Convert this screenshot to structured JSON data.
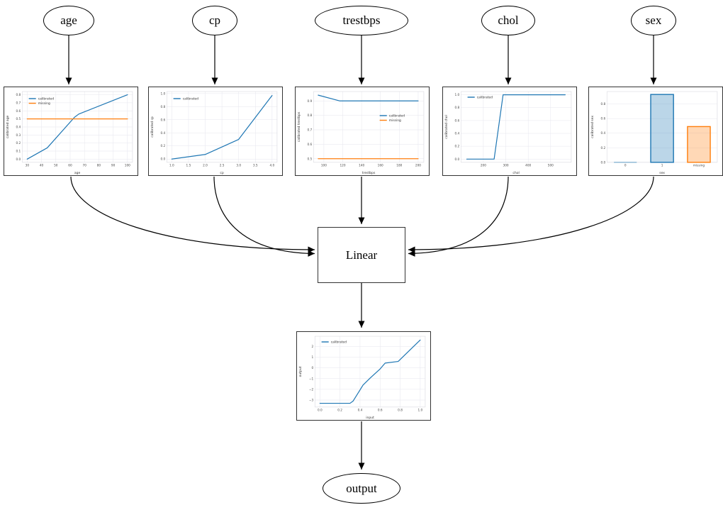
{
  "diagram": {
    "input_nodes": [
      "age",
      "cp",
      "trestbps",
      "chol",
      "sex"
    ],
    "linear_label": "Linear",
    "output_node": "output"
  },
  "colors": {
    "calibrated_line": "#1f77b4",
    "missing_line": "#ff7f0e",
    "edge_arrow": "#000000",
    "node_border": "#333333",
    "grid": "#e6e6ee",
    "tick_text": "#4a4a4a"
  },
  "chart_data": [
    {
      "name": "calibrated age",
      "type": "line",
      "xlabel": "age",
      "ylabel": "calibrated age",
      "xlim": [
        26.5,
        103.5
      ],
      "ylim": [
        -0.04,
        0.84
      ],
      "xticks": {
        "values": [
          30,
          40,
          50,
          60,
          70,
          80,
          90,
          100
        ],
        "labels": [
          "30",
          "40",
          "50",
          "60",
          "70",
          "80",
          "90",
          "100"
        ]
      },
      "yticks": {
        "values": [
          0.0,
          0.1,
          0.2,
          0.3,
          0.4,
          0.5,
          0.6,
          0.7,
          0.8
        ],
        "labels": [
          "0.0",
          "0.1",
          "0.2",
          "0.3",
          "0.4",
          "0.5",
          "0.6",
          "0.7",
          "0.8"
        ]
      },
      "series": [
        {
          "name": "calibrated",
          "color": "#1f77b4",
          "x": [
            30,
            44,
            63,
            66,
            100
          ],
          "y": [
            0.0,
            0.14,
            0.52,
            0.56,
            0.8
          ]
        },
        {
          "name": "missing",
          "color": "#ff7f0e",
          "x": [
            30,
            100
          ],
          "y": [
            0.5,
            0.5
          ]
        }
      ],
      "legend": {
        "show": true,
        "position": "upper left",
        "anchor": [
          0.06,
          0.1
        ]
      }
    },
    {
      "name": "calibrated cp",
      "type": "line",
      "xlabel": "cp",
      "ylabel": "calibrated cp",
      "xlim": [
        0.85,
        4.15
      ],
      "ylim": [
        -0.05,
        1.03
      ],
      "xticks": {
        "values": [
          1.0,
          1.5,
          2.0,
          2.5,
          3.0,
          3.5,
          4.0
        ],
        "labels": [
          "1.0",
          "1.5",
          "2.0",
          "2.5",
          "3.0",
          "3.5",
          "4.0"
        ]
      },
      "yticks": {
        "values": [
          0.0,
          0.2,
          0.4,
          0.6,
          0.8,
          1.0
        ],
        "labels": [
          "0.0",
          "0.2",
          "0.4",
          "0.6",
          "0.8",
          "1.0"
        ]
      },
      "series": [
        {
          "name": "calibrated",
          "color": "#1f77b4",
          "x": [
            1.0,
            2.0,
            3.0,
            4.0
          ],
          "y": [
            0.0,
            0.07,
            0.3,
            0.97
          ]
        }
      ],
      "legend": {
        "show": true,
        "position": "upper left",
        "anchor": [
          0.06,
          0.1
        ]
      }
    },
    {
      "name": "calibrated trestbps",
      "type": "line",
      "xlabel": "trestbps",
      "ylabel": "calibrated trestbps",
      "xlim": [
        89,
        206
      ],
      "ylim": [
        0.475,
        0.965
      ],
      "xticks": {
        "values": [
          100,
          120,
          140,
          160,
          180,
          200
        ],
        "labels": [
          "100",
          "120",
          "140",
          "160",
          "180",
          "200"
        ]
      },
      "yticks": {
        "values": [
          0.5,
          0.6,
          0.7,
          0.8,
          0.9
        ],
        "labels": [
          "0.5",
          "0.6",
          "0.7",
          "0.8",
          "0.9"
        ]
      },
      "series": [
        {
          "name": "calibrated",
          "color": "#1f77b4",
          "x": [
            94,
            117,
            200
          ],
          "y": [
            0.94,
            0.9,
            0.9
          ]
        },
        {
          "name": "missing",
          "color": "#ff7f0e",
          "x": [
            94,
            200
          ],
          "y": [
            0.5,
            0.5
          ]
        }
      ],
      "legend": {
        "show": true,
        "position": "center right",
        "anchor": [
          0.6,
          0.34
        ]
      }
    },
    {
      "name": "calibrated chol",
      "type": "line",
      "xlabel": "chol",
      "ylabel": "calibrated chol",
      "xlim": [
        100,
        592
      ],
      "ylim": [
        -0.05,
        1.05
      ],
      "xticks": {
        "values": [
          200,
          300,
          400,
          500
        ],
        "labels": [
          "200",
          "300",
          "400",
          "500"
        ]
      },
      "yticks": {
        "values": [
          0.0,
          0.2,
          0.4,
          0.6,
          0.8,
          1.0
        ],
        "labels": [
          "0.0",
          "0.2",
          "0.4",
          "0.6",
          "0.8",
          "1.0"
        ]
      },
      "series": [
        {
          "name": "calibrated",
          "color": "#1f77b4",
          "x": [
            126,
            248,
            288,
            565
          ],
          "y": [
            0.0,
            0.0,
            1.0,
            1.0
          ]
        }
      ],
      "legend": {
        "show": true,
        "position": "upper left",
        "anchor": [
          0.06,
          0.08
        ]
      }
    },
    {
      "name": "calibrated sex",
      "type": "bar",
      "xlabel": "sex",
      "ylabel": "calibrated sex",
      "ylim": [
        0,
        0.97
      ],
      "categories": [
        "0",
        "1",
        "missing"
      ],
      "values": [
        0.0,
        0.93,
        0.49
      ],
      "bar_colors": [
        "#1f77b4",
        "#1f77b4",
        "#ff7f0e"
      ],
      "yticks": {
        "values": [
          0.0,
          0.2,
          0.4,
          0.6,
          0.8
        ],
        "labels": [
          "0.0",
          "0.2",
          "0.4",
          "0.6",
          "0.8"
        ]
      },
      "legend": {
        "show": false
      }
    },
    {
      "name": "output",
      "type": "line",
      "xlabel": "input",
      "ylabel": "output",
      "xlim": [
        -0.05,
        1.05
      ],
      "ylim": [
        -3.65,
        2.95
      ],
      "xticks": {
        "values": [
          0.0,
          0.2,
          0.4,
          0.6,
          0.8,
          1.0
        ],
        "labels": [
          "0.0",
          "0.2",
          "0.4",
          "0.6",
          "0.8",
          "1.0"
        ]
      },
      "yticks": {
        "values": [
          -3,
          -2,
          -1,
          0,
          1,
          2
        ],
        "labels": [
          "−3",
          "−2",
          "−1",
          "0",
          "1",
          "2"
        ]
      },
      "series": [
        {
          "name": "calibrated",
          "color": "#1f77b4",
          "x": [
            0.0,
            0.3,
            0.33,
            0.43,
            0.5,
            0.6,
            0.65,
            0.78,
            1.0
          ],
          "y": [
            -3.3,
            -3.3,
            -3.1,
            -1.6,
            -0.95,
            -0.1,
            0.45,
            0.6,
            2.6
          ]
        }
      ],
      "legend": {
        "show": true,
        "position": "upper left",
        "anchor": [
          0.06,
          0.08
        ]
      }
    }
  ]
}
